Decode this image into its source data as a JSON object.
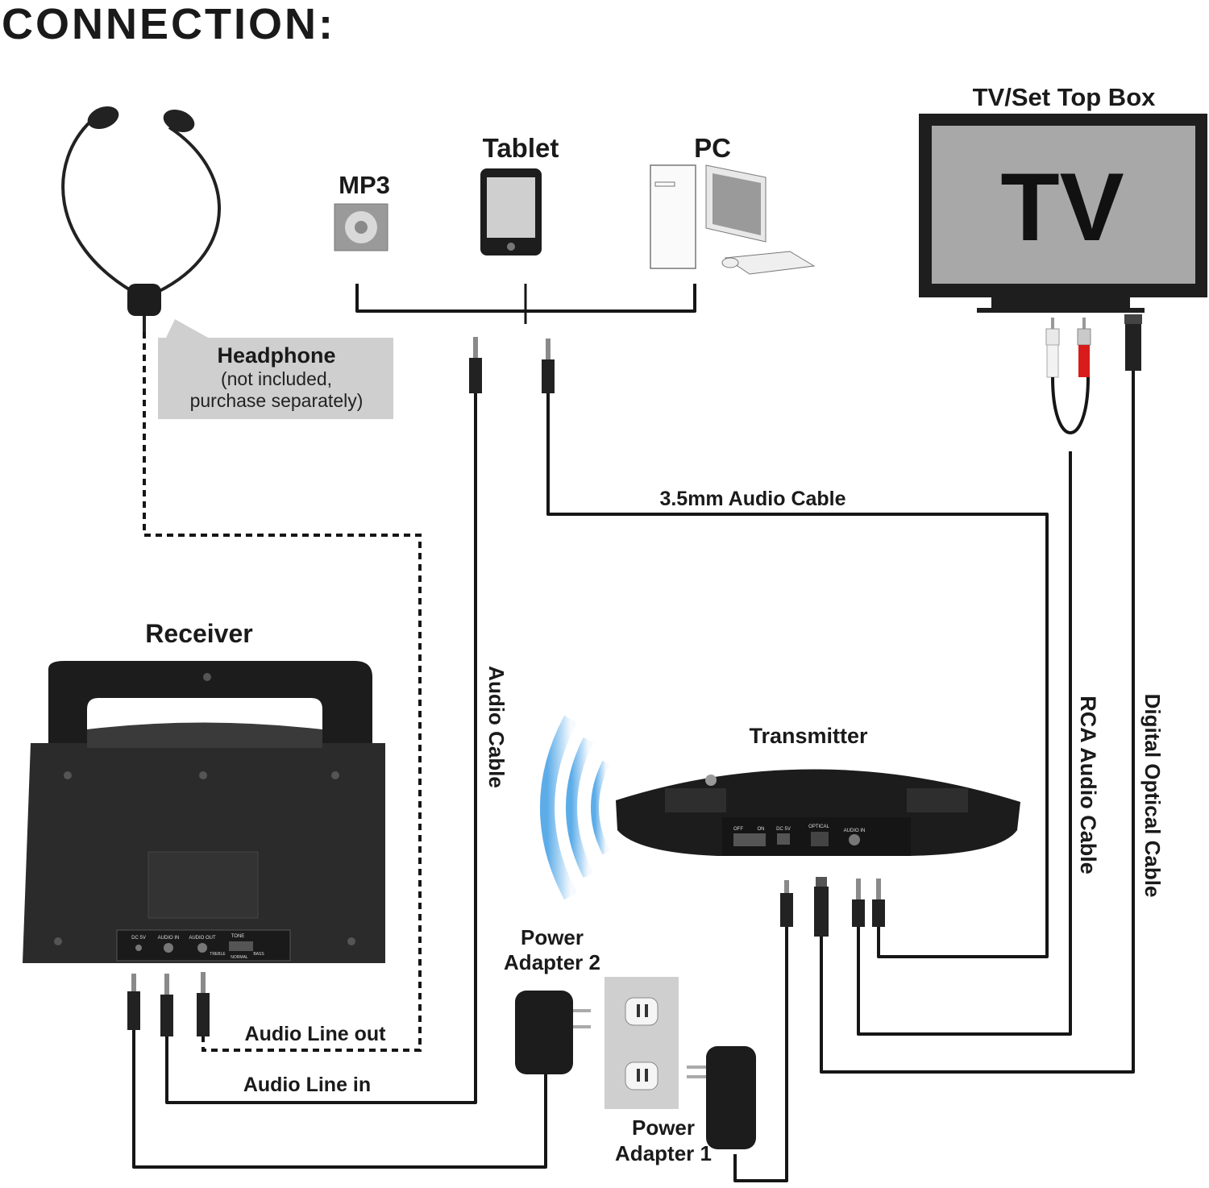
{
  "title": "CONNECTION:",
  "labels": {
    "tv_box": "TV/Set Top Box",
    "tv_screen": "TV",
    "mp3": "MP3",
    "tablet": "Tablet",
    "pc": "PC",
    "headphone": "Headphone",
    "headphone_note_1": "(not included,",
    "headphone_note_2": "purchase separately)",
    "receiver": "Receiver",
    "transmitter": "Transmitter",
    "cable_35mm": "3.5mm Audio Cable",
    "cable_audio": "Audio Cable",
    "cable_rca": "RCA Audio Cable",
    "cable_optical": "Digital Optical Cable",
    "audio_line_out": "Audio Line out",
    "audio_line_in": "Audio Line in",
    "power_adapter_2_line1": "Power",
    "power_adapter_2_line2": "Adapter 2",
    "power_adapter_1_line1": "Power",
    "power_adapter_1_line2": "Adapter 1"
  },
  "device_ports": {
    "receiver_dc": "DC 5V",
    "receiver_audio_in": "AUDIO IN",
    "receiver_audio_out": "AUDIO OUT",
    "receiver_tone": "TONE",
    "receiver_treble": "TREBLE",
    "receiver_normal": "NORMAL",
    "receiver_bass": "BASS",
    "tx_off": "OFF",
    "tx_on": "ON",
    "tx_dc": "DC 5V",
    "tx_optical": "OPTICAL",
    "tx_audio_in": "AUDIO IN"
  },
  "colors": {
    "cable": "#161616",
    "label_box": "#cfcfcf",
    "tv_screen": "#a8a8a8",
    "wall_plate": "#cfcfcf",
    "wave": "#4aa3e6",
    "rca_red": "#d81b1b",
    "rca_white": "#f2f2f2"
  }
}
